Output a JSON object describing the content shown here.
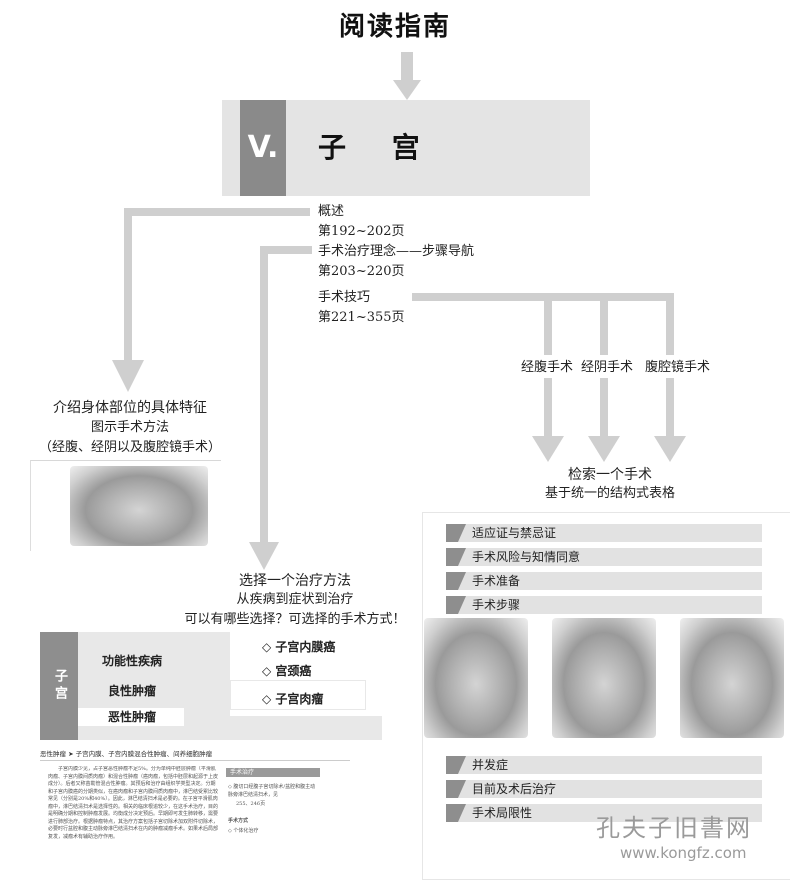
{
  "title": "阅读指南",
  "chapter": {
    "number": "V.",
    "name": "子 宫"
  },
  "toc": [
    {
      "label": "概述",
      "pages": "第192~202页"
    },
    {
      "label": "手术治疗理念——步骤导航",
      "pages": "第203~220页"
    },
    {
      "label": "手术技巧",
      "pages": "第221~355页"
    }
  ],
  "approaches": [
    "经腹手术",
    "经阴手术",
    "腹腔镜手术"
  ],
  "left_block": {
    "line1": "介绍身体部位的具体特征",
    "line2": "图示手术方法",
    "line3": "（经腹、经阴以及腹腔镜手术）"
  },
  "middle_block": {
    "line1": "选择一个治疗方法",
    "line2": "从疾病到症状到治疗",
    "line3": "可以有哪些选择？可选择的手术方式！"
  },
  "right_block": {
    "line1": "检索一个手术",
    "line2": "基于统一的结构式表格"
  },
  "uterus_table": {
    "side_label": "子宫",
    "categories": [
      "功能性疾病",
      "良性肿瘤",
      "恶性肿瘤"
    ],
    "options": [
      "◇ 子宫内膜癌",
      "◇ 宫颈癌",
      "◇ 子宫肉瘤"
    ]
  },
  "document_preview": {
    "header": "恶性肿瘤 ➤ 子宫内膜、子宫内膜混合性肿瘤、间养细胞肿瘤",
    "body": "子宫内膜少见，占子宫恶性肿瘤不足5%。分为单纯中胚层肿瘤（平滑肌肉瘤、子宫内膜间质肉瘤）和混合性肿瘤（癌肉瘤，包括中胚层和起源于上皮成分）。后者又称苗勒管混合性肿瘤。其预后和治疗由组织学类型决定。分期和子宫内膜癌的分期类似，在癌肉瘤和子宫内膜间质肉瘤中，淋巴结受累比较常见（分别是20%和40%）。因此，淋巴结清扫术是必要的。在子宫平滑肌肉瘤中，淋巴结清扫术是选择性的。相关的临床根追较少，在这手术治疗，目的是明确分期和控制肿瘤发展。均衡成分决定预后。早期即可发生肺转移，需要进行肺部治疗。根据肿瘤特点，其治疗方案包括子宫切除术加双附件切除术，必要时行盆腔和腹主动脉旁淋巴结清扫术在内的肿瘤减瘤手术。如果术后局部复发，减瘤术有辅助治疗作用。",
    "sidebar_title": "手术治疗",
    "sidebar_item": "◇ 腹切口经腹子宫切除术/盆腔和腹主动脉旁淋巴结清扫术，见",
    "sidebar_pages": "255、246页",
    "sidebar_sub_title": "手术方式",
    "sidebar_sub_item": "◇ 个体化治疗"
  },
  "procedure_bars_top": [
    "适应证与禁忌证",
    "手术风险与知情同意",
    "手术准备",
    "手术步骤"
  ],
  "procedure_bars_bottom": [
    "并发症",
    "目前及术后治疗",
    "手术局限性"
  ],
  "watermark": {
    "line1": "孔夫子旧書网",
    "line2": "www.kongfz.com"
  },
  "colors": {
    "dark_gray": "#8e8e8e",
    "light_gray": "#e2e2e2",
    "arrow_gray": "#cccccc"
  }
}
